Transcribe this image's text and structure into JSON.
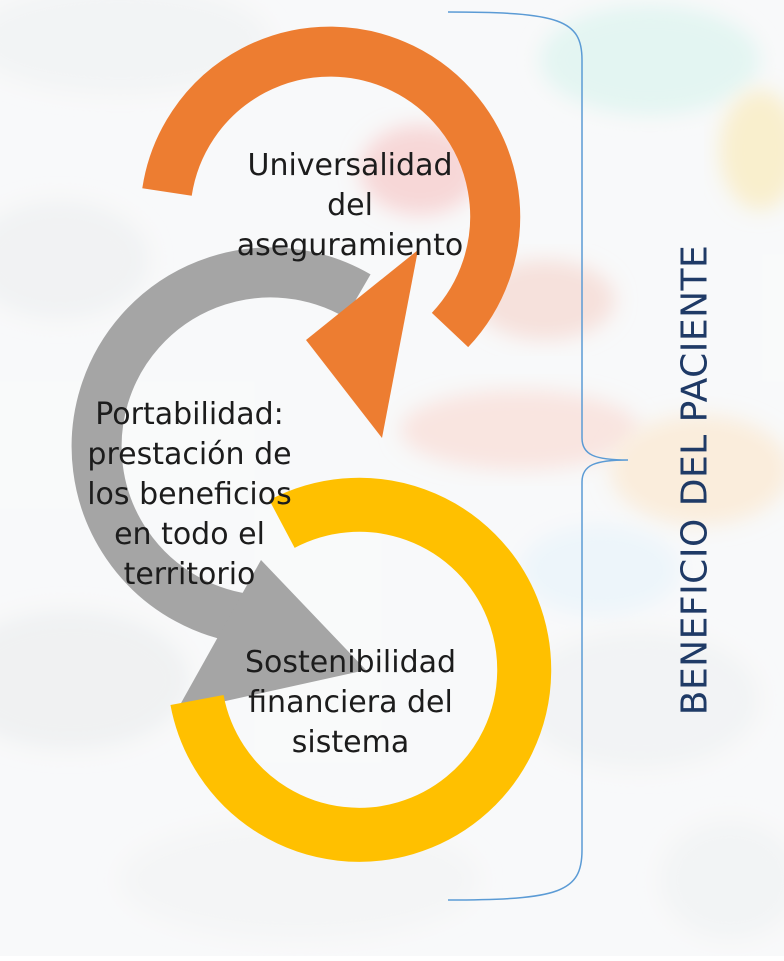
{
  "colors": {
    "orange": "#ED7D31",
    "gray": "#A5A5A5",
    "gold": "#FFC000",
    "bracket": "#5B9BD5",
    "side_text": "#1F3A66"
  },
  "cycle": {
    "step1": "Universalidad\ndel\naseguramiento",
    "step2": "Portabilidad:\nprestación de\nlos beneficios\nen todo el\nterritorio",
    "step3": "Sostenibilidad\nfinanciera del\nsistema"
  },
  "side_label": "BENEFICIO DEL PACIENTE"
}
